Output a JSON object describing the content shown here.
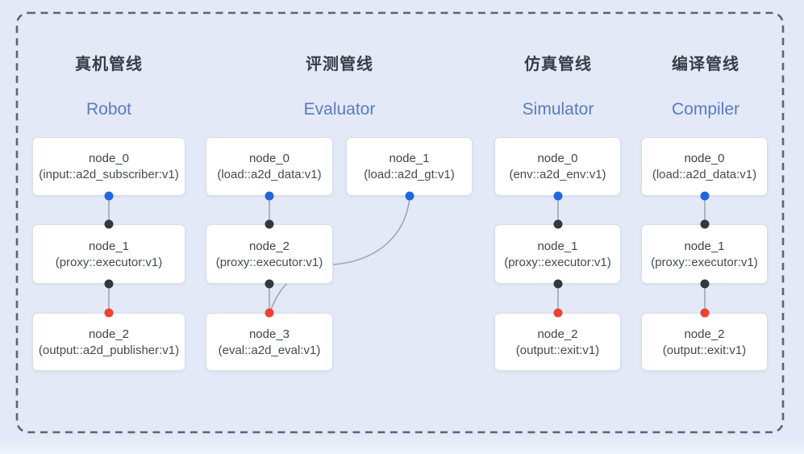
{
  "canvas": {
    "background": "#e3e9f7",
    "border_color": "#5f646d"
  },
  "colors": {
    "input_port": "#2166dd",
    "internal_port": "#34383d",
    "output_port": "#ee4130",
    "edge": "#98a2b6",
    "title_zh": "#383d45",
    "title_en": "#5b7ac4"
  },
  "pipelines": [
    {
      "title_zh": "真机管线",
      "title_en": "Robot",
      "nodes": [
        {
          "name": "node_0",
          "type": "(input::a2d_subscriber:v1)"
        },
        {
          "name": "node_1",
          "type": "(proxy::executor:v1)"
        },
        {
          "name": "node_2",
          "type": "(output::a2d_publisher:v1)"
        }
      ]
    },
    {
      "title_zh": "评测管线",
      "title_en": "Evaluator",
      "nodes": [
        {
          "name": "node_0",
          "type": "(load::a2d_data:v1)"
        },
        {
          "name": "node_1",
          "type": "(load::a2d_gt:v1)"
        },
        {
          "name": "node_2",
          "type": "(proxy::executor:v1)"
        },
        {
          "name": "node_3",
          "type": "(eval::a2d_eval:v1)"
        }
      ]
    },
    {
      "title_zh": "仿真管线",
      "title_en": "Simulator",
      "nodes": [
        {
          "name": "node_0",
          "type": "(env::a2d_env:v1)"
        },
        {
          "name": "node_1",
          "type": "(proxy::executor:v1)"
        },
        {
          "name": "node_2",
          "type": "(output::exit:v1)"
        }
      ]
    },
    {
      "title_zh": "编译管线",
      "title_en": "Compiler",
      "nodes": [
        {
          "name": "node_0",
          "type": "(load::a2d_data:v1)"
        },
        {
          "name": "node_1",
          "type": "(proxy::executor:v1)"
        },
        {
          "name": "node_2",
          "type": "(output::exit:v1)"
        }
      ]
    }
  ]
}
